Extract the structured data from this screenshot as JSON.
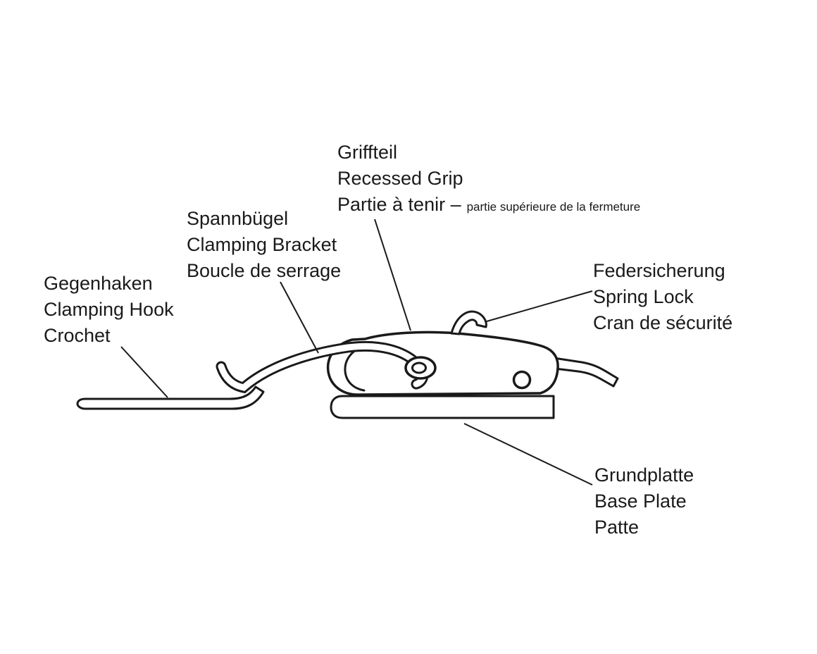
{
  "diagram": {
    "subject": "toggle latch / tension lock part diagram",
    "colors": {
      "background": "#ffffff",
      "line": "#1a1a1a"
    },
    "labels": {
      "grip": {
        "de": "Griffteil",
        "en": "Recessed Grip",
        "fr": "Partie à tenir –",
        "fr_note": "partie supérieure de la fermeture"
      },
      "clamping_bracket": {
        "de": "Spannbügel",
        "en": "Clamping Bracket",
        "fr": "Boucle de serrage"
      },
      "clamping_hook": {
        "de": "Gegenhaken",
        "en": "Clamping Hook",
        "fr": "Crochet"
      },
      "spring_lock": {
        "de": "Federsicherung",
        "en": "Spring Lock",
        "fr": "Cran de sécurité"
      },
      "base_plate": {
        "de": "Grundplatte",
        "en": "Base Plate",
        "fr": "Patte"
      }
    }
  }
}
